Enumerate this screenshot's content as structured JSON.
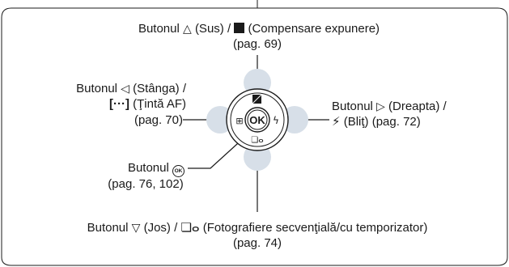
{
  "labels": {
    "up": {
      "prefix": "Butonul",
      "arrow": "△",
      "mid": "(Sus) /",
      "glyph": "±",
      "suffix": "(Compensare expunere)",
      "page": "(pag. 69)"
    },
    "left": {
      "line1_prefix": "Butonul",
      "arrow": "◁",
      "line1_suffix": "(Stânga) /",
      "line2_glyph": "[···]",
      "line2_suffix": "(Ţintă AF)",
      "page": "(pag. 70)"
    },
    "right": {
      "line1_prefix": "Butonul",
      "arrow": "▷",
      "line1_suffix": "(Dreapta) /",
      "line2_glyph": "⚡",
      "line2_suffix": "(Bliţ) (pag. 72)"
    },
    "ok": {
      "prefix": "Butonul",
      "glyph": "OK",
      "page": "(pag. 76, 102)"
    },
    "down": {
      "prefix": "Butonul",
      "arrow": "▽",
      "mid": "(Jos) /",
      "glyph": "❏ⴰ",
      "suffix": "(Fotografiere secvenţială/cu temporizator)",
      "page": "(pag. 74)"
    }
  },
  "dial": {
    "center": "OK",
    "up_icon": "±",
    "left_icon": "⊞",
    "right_icon": "⚡",
    "down_icon": "❏ⴰ"
  }
}
